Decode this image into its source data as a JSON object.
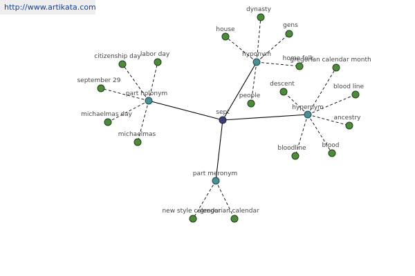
{
  "banner": {
    "url": "http://www.artikata.com"
  },
  "colors": {
    "center": "#3a3f7a",
    "relation": "#4a8d93",
    "leaf": "#4f8a3c"
  },
  "graph": {
    "center": {
      "id": "sept",
      "label": "sept"
    },
    "relations": [
      {
        "id": "hyponym",
        "label": "hyponym",
        "children": [
          {
            "id": "house",
            "label": "house"
          },
          {
            "id": "dynasty",
            "label": "dynasty"
          },
          {
            "id": "gens",
            "label": "gens"
          },
          {
            "id": "homefolk",
            "label": "home folk"
          },
          {
            "id": "people",
            "label": "people"
          }
        ]
      },
      {
        "id": "part-holonym",
        "label": "part holonym",
        "children": [
          {
            "id": "citizenship-day",
            "label": "citizenship day"
          },
          {
            "id": "labor-day",
            "label": "labor day"
          },
          {
            "id": "september-29",
            "label": "september 29"
          },
          {
            "id": "michaelmas-day",
            "label": "michaelmas day"
          },
          {
            "id": "michaelmas",
            "label": "michaelmas"
          }
        ]
      },
      {
        "id": "hypernym",
        "label": "hypernym",
        "children": [
          {
            "id": "gregorian-calendar-month",
            "label": "gregorian calendar month"
          },
          {
            "id": "descent",
            "label": "descent"
          },
          {
            "id": "blood-line",
            "label": "blood line"
          },
          {
            "id": "ancestry",
            "label": "ancestry"
          },
          {
            "id": "bloodline",
            "label": "bloodline"
          },
          {
            "id": "blood",
            "label": "blood"
          }
        ]
      },
      {
        "id": "part-meronym",
        "label": "part meronym",
        "children": [
          {
            "id": "new-style-calendar",
            "label": "new style calendar"
          },
          {
            "id": "gregorian-calendar",
            "label": "gregorian calendar"
          }
        ]
      }
    ]
  }
}
